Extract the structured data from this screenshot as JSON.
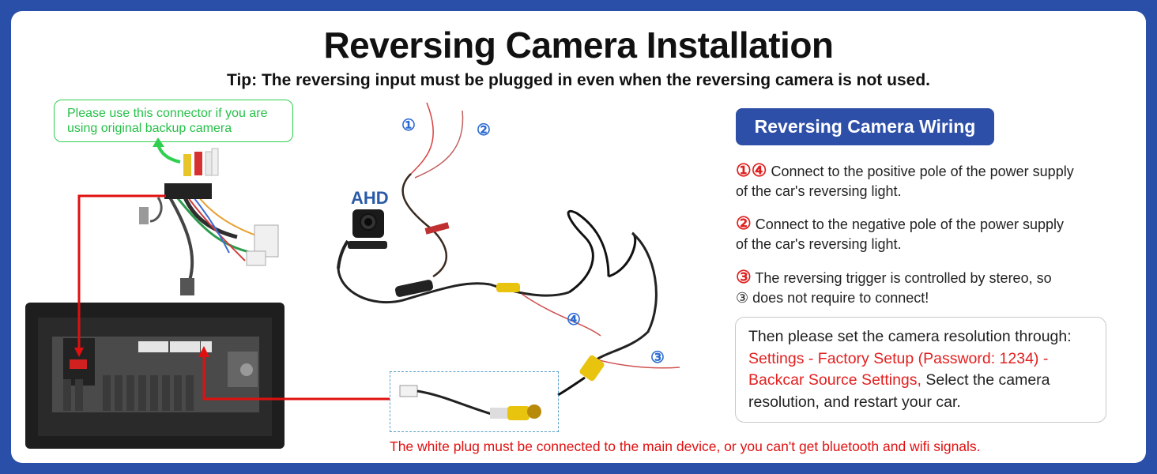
{
  "title": "Reversing Camera Installation",
  "tip": "Tip: The reversing input must be plugged in even when the reversing camera is not used.",
  "green_note": "Please use this connector if you are using original backup camera",
  "section_title": "Reversing Camera Wiring",
  "notes": [
    {
      "markers": "①④",
      "text": "Connect to the positive pole of the power supply of the car's reversing light."
    },
    {
      "markers": "②",
      "text": "Connect to the negative pole of the power supply of the car's reversing light."
    },
    {
      "markers": "③",
      "text": "The reversing trigger is controlled by stereo, so ③ does not require to connect!"
    }
  ],
  "resolution": {
    "intro": "Then please set the camera resolution through:",
    "path": "Settings - Factory Setup (Password: 1234) - Backcar Source Settings,",
    "outro": " Select the camera resolution, and restart your car."
  },
  "ahd_label": "AHD",
  "wire_numbers": [
    "①",
    "②",
    "③",
    "④"
  ],
  "warning": "The white plug must be connected to the main device, or you can't get bluetooth and wifi signals.",
  "colors": {
    "background": "#2a4fa8",
    "accent_red": "#e22020",
    "accent_green": "#2fcf4f",
    "button": "#2e4fa7"
  }
}
